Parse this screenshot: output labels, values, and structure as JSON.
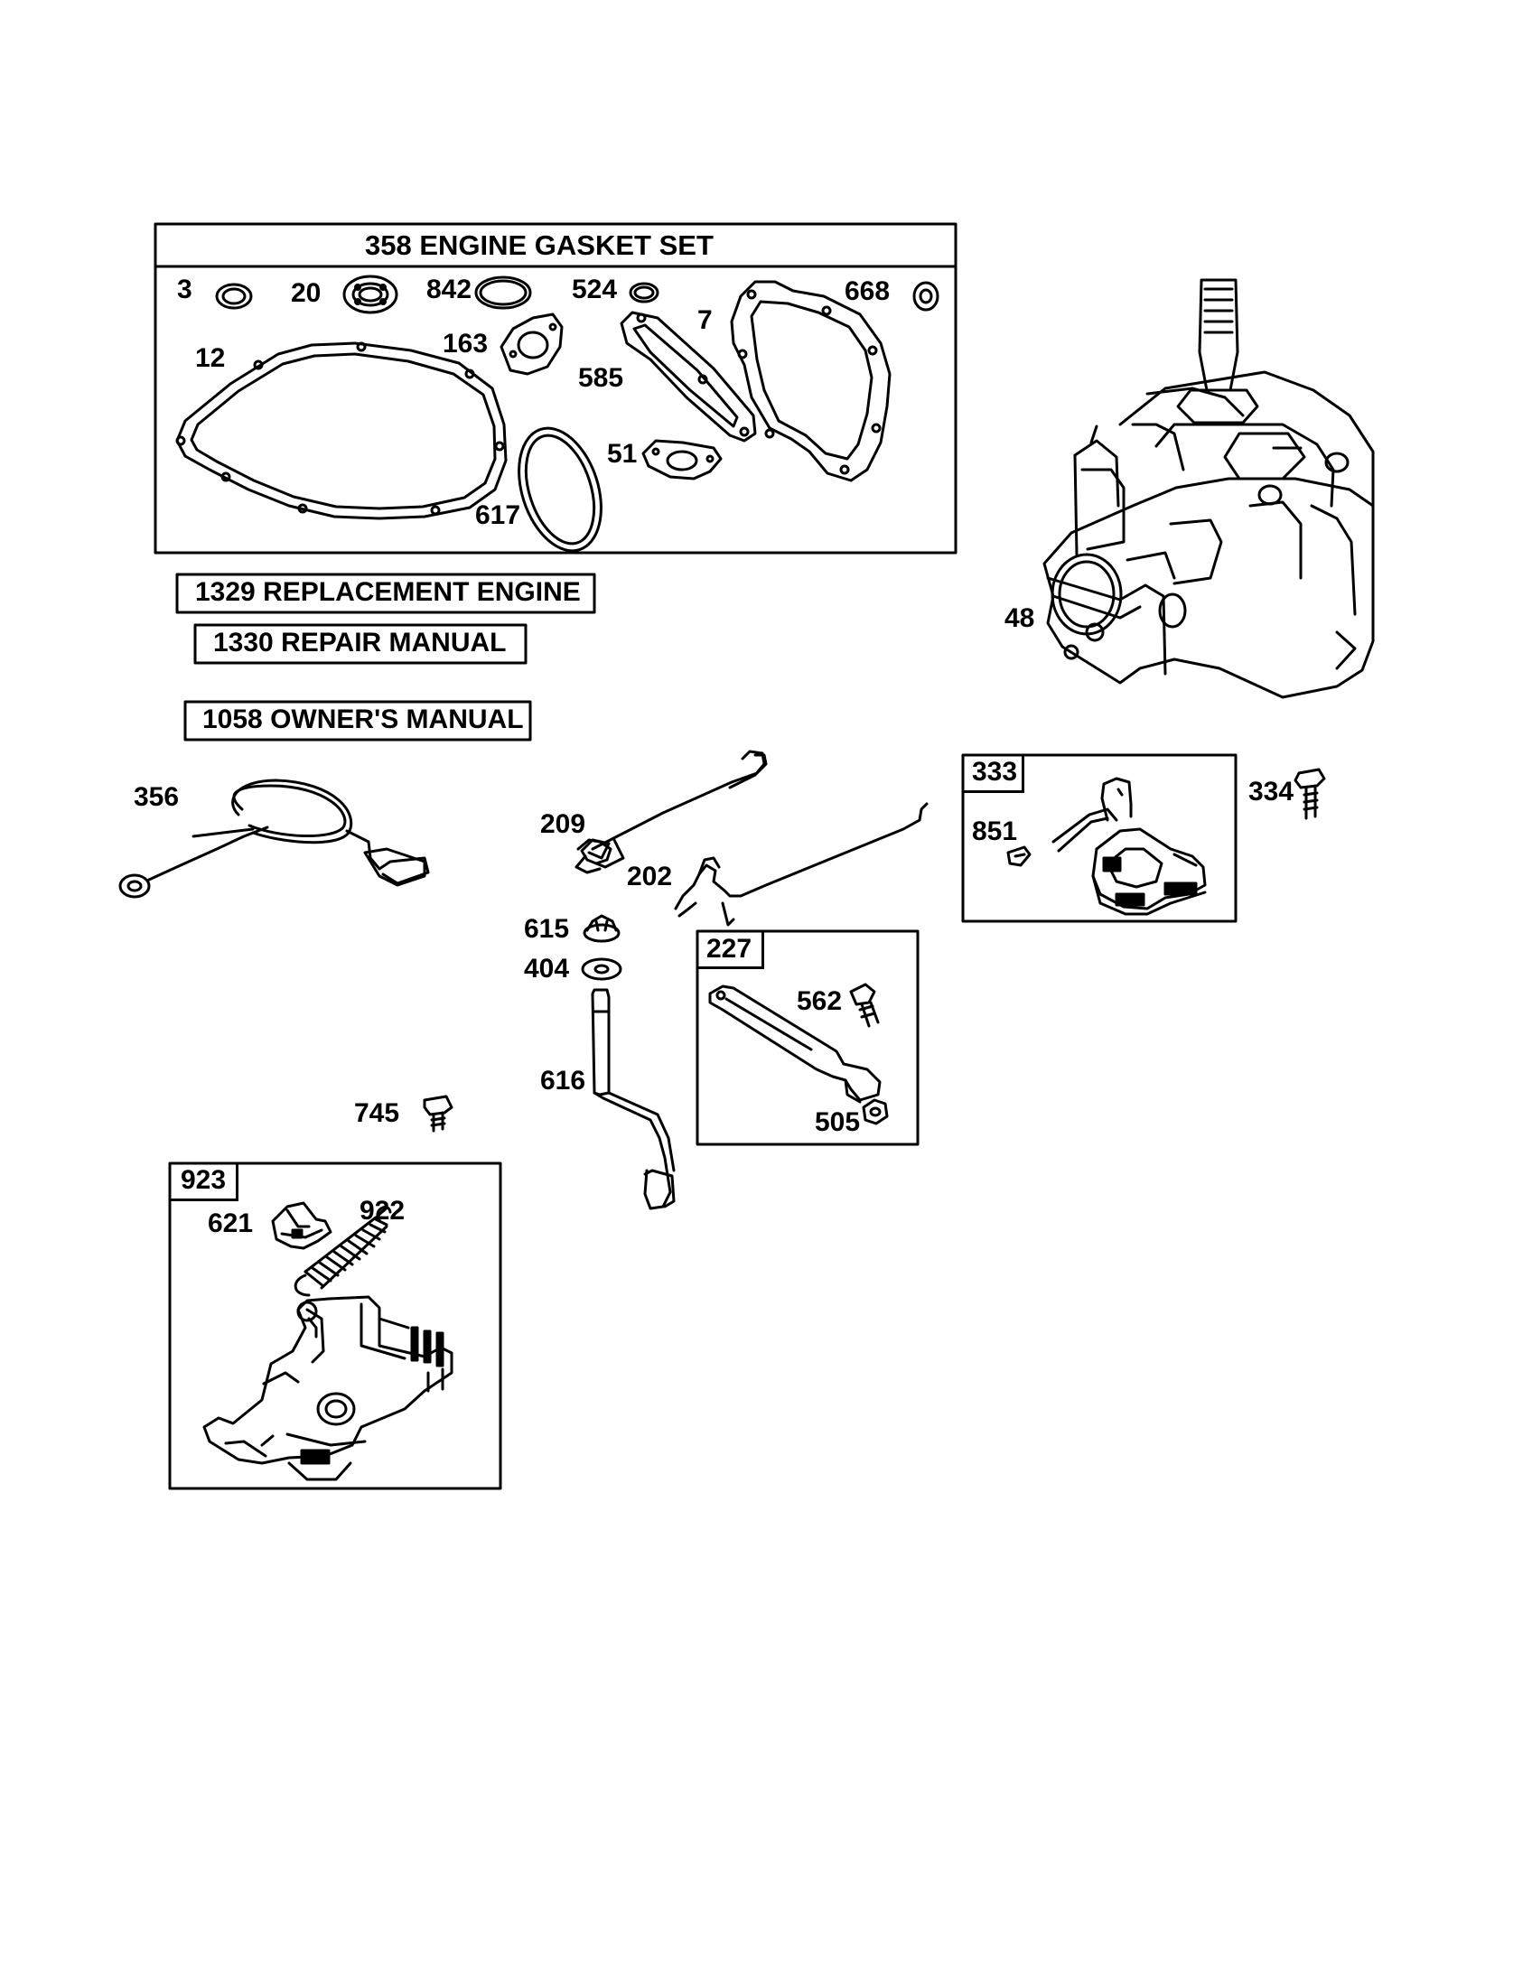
{
  "gasket_set": {
    "title": "358 ENGINE GASKET SET",
    "parts": [
      "3",
      "20",
      "842",
      "524",
      "7",
      "668",
      "12",
      "163",
      "585",
      "51",
      "617"
    ]
  },
  "manuals": {
    "replacement_engine": "1329 REPLACEMENT ENGINE",
    "repair_manual": "1330 REPAIR MANUAL",
    "owners_manual": "1058 OWNER'S MANUAL"
  },
  "parts": {
    "p48": "48",
    "p356": "356",
    "p209": "209",
    "p202": "202",
    "p615": "615",
    "p404": "404",
    "p616": "616",
    "p745": "745",
    "p334": "334"
  },
  "box_333": {
    "id": "333",
    "parts": [
      "851"
    ]
  },
  "box_227": {
    "id": "227",
    "parts": [
      "562",
      "505"
    ]
  },
  "box_923": {
    "id": "923",
    "parts": [
      "621",
      "922"
    ]
  }
}
